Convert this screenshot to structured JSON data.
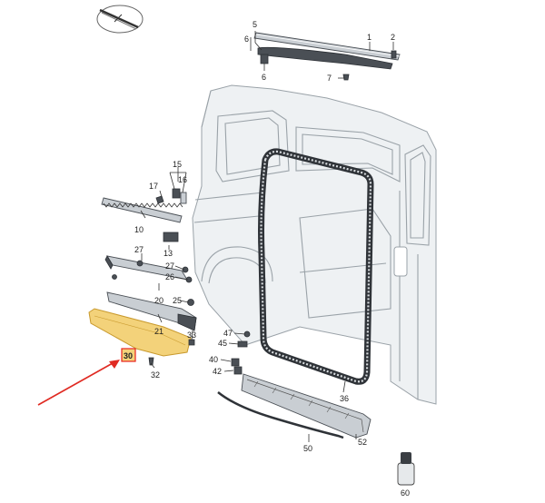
{
  "callouts": {
    "c1": "1",
    "c2": "2",
    "c5": "5",
    "c6a": "6",
    "c6b": "6",
    "c7": "7",
    "c10": "10",
    "c13": "13",
    "c15": "15",
    "c16": "16",
    "c17": "17",
    "c20": "20",
    "c21": "21",
    "c25": "25",
    "c26": "26",
    "c27a": "27",
    "c27b": "27",
    "c30": "30",
    "c32": "32",
    "c33": "33",
    "c36": "36",
    "c40": "40",
    "c42": "42",
    "c45": "45",
    "c47": "47",
    "c50": "50",
    "c52": "52",
    "c60": "60"
  },
  "colors": {
    "highlight_fill": "#f3d27a",
    "highlight_stroke": "#c99a2e",
    "label_box": "#e8231e",
    "arrow": "#e02a22"
  },
  "icons": [
    "service-manual-icon"
  ]
}
